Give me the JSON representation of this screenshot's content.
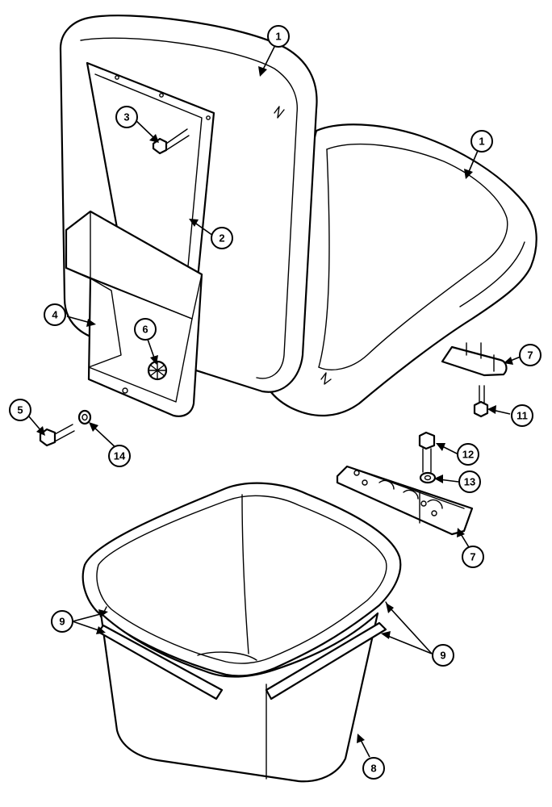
{
  "callouts": [
    {
      "id": "callout-1-backrest",
      "label": "1"
    },
    {
      "id": "callout-1-seat",
      "label": "1"
    },
    {
      "id": "callout-2",
      "label": "2"
    },
    {
      "id": "callout-3",
      "label": "3"
    },
    {
      "id": "callout-4",
      "label": "4"
    },
    {
      "id": "callout-5",
      "label": "5"
    },
    {
      "id": "callout-6",
      "label": "6"
    },
    {
      "id": "callout-7-upper",
      "label": "7"
    },
    {
      "id": "callout-7-lower",
      "label": "7"
    },
    {
      "id": "callout-8",
      "label": "8"
    },
    {
      "id": "callout-9-left",
      "label": "9"
    },
    {
      "id": "callout-9-right",
      "label": "9"
    },
    {
      "id": "callout-11",
      "label": "11"
    },
    {
      "id": "callout-12",
      "label": "12"
    },
    {
      "id": "callout-13",
      "label": "13"
    },
    {
      "id": "callout-14",
      "label": "14"
    }
  ]
}
